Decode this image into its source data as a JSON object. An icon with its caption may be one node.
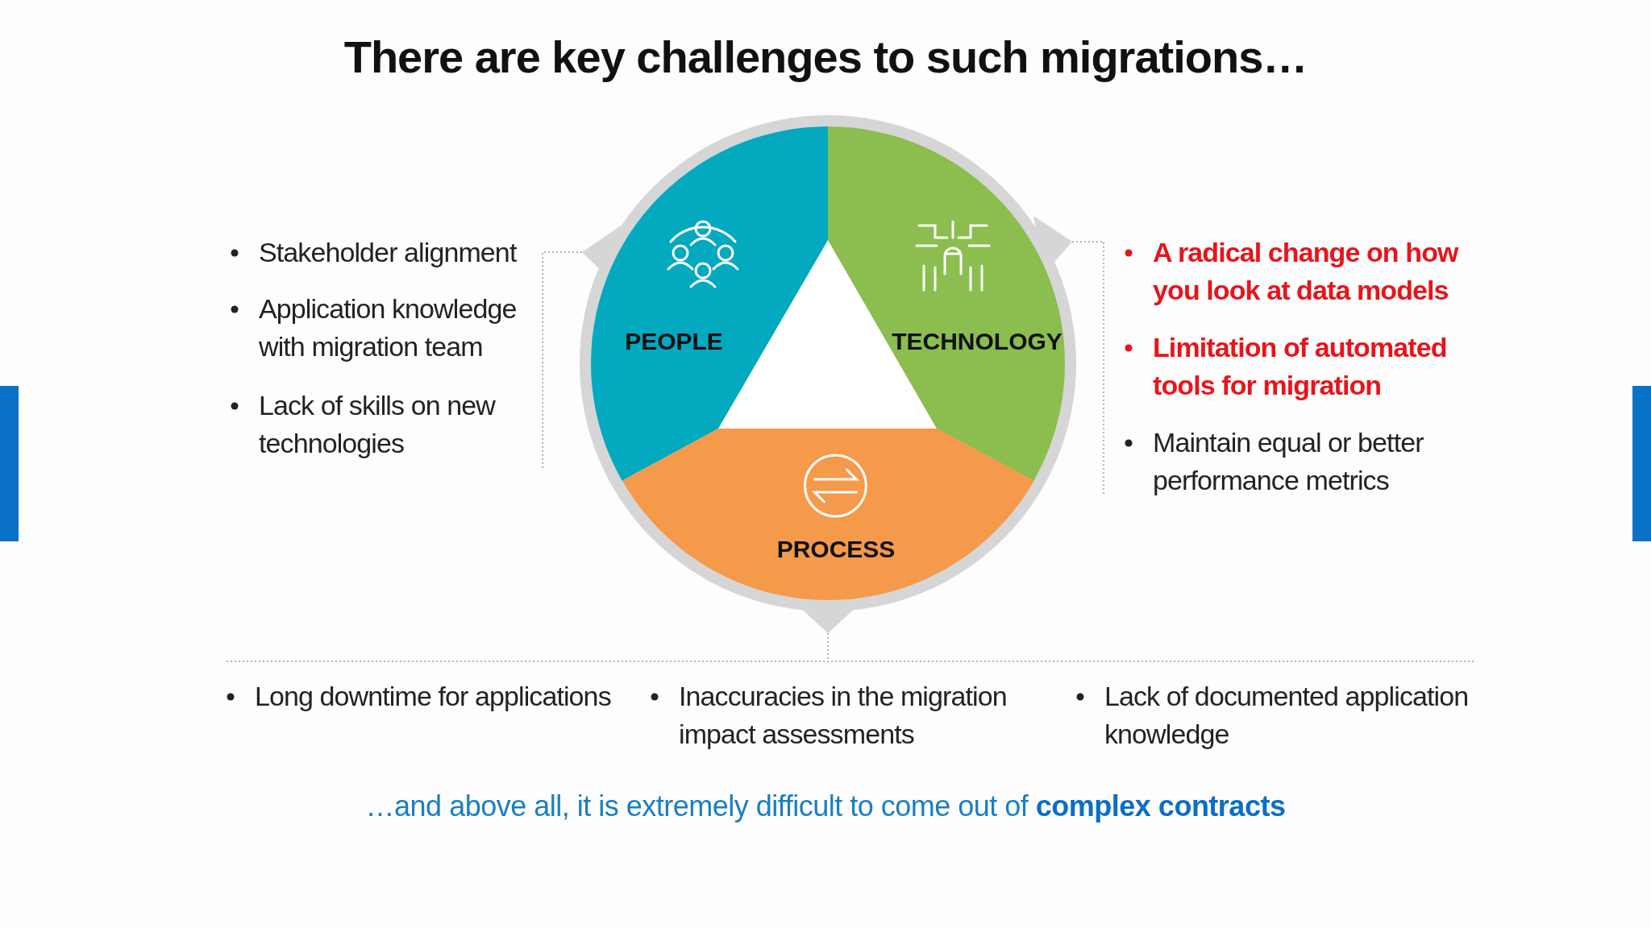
{
  "diagram": {
    "title": "There are key challenges to such migrations…",
    "caption": "…and above all, it is extremely difficult to come out of **complex contracts**",
    "nodes": [
      {
        "text": [
          "PEOPLE"
        ]
      },
      {
        "text": [
          "TECHNOLOGY"
        ]
      },
      {
        "text": [
          "PROCESS"
        ]
      },
      {
        "text": [],
        "shape": "bar"
      },
      {
        "text": [],
        "shape": "bar"
      }
    ],
    "edges": [],
    "labels": [
      "Stakeholder alignment",
      "Application knowledge with migration team",
      "Lack of skills on new technologies",
      "A radical change on how you look at data models",
      "Limitation of automated tools for migration",
      "Maintain equal or better performance metrics",
      "Long downtime for applications",
      "Inaccuracies in the migration impact assessments",
      "Lack of documented application knowledge"
    ]
  }
}
